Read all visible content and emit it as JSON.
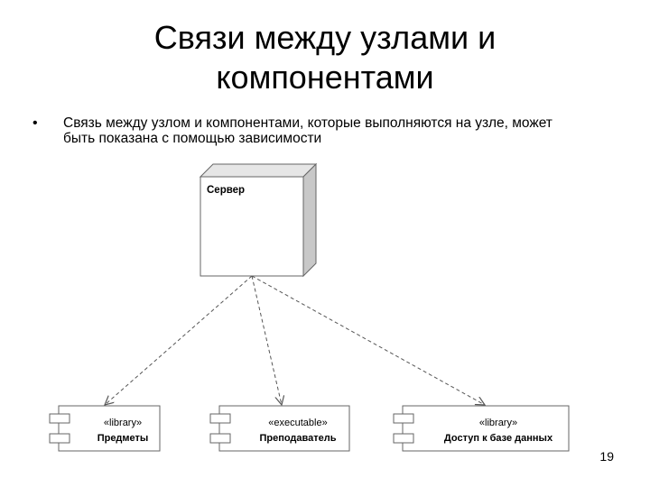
{
  "slide": {
    "title_line1": "Связи между узлами и",
    "title_line2": "компонентами",
    "bullet_text": "Связь между узлом и компонентами, которые выполняются на узле, может быть показана с помощью зависимости",
    "page_number": "19"
  },
  "node": {
    "name": "Сервер"
  },
  "components": [
    {
      "stereotype": "«library»",
      "name": "Предметы"
    },
    {
      "stereotype": "«executable»",
      "name": "Преподаватель"
    },
    {
      "stereotype": "«library»",
      "name": "Доступ к базе данных"
    }
  ],
  "colors": {
    "node_side": "#c8c8c8",
    "line": "#555555",
    "stroke": "#666666"
  }
}
